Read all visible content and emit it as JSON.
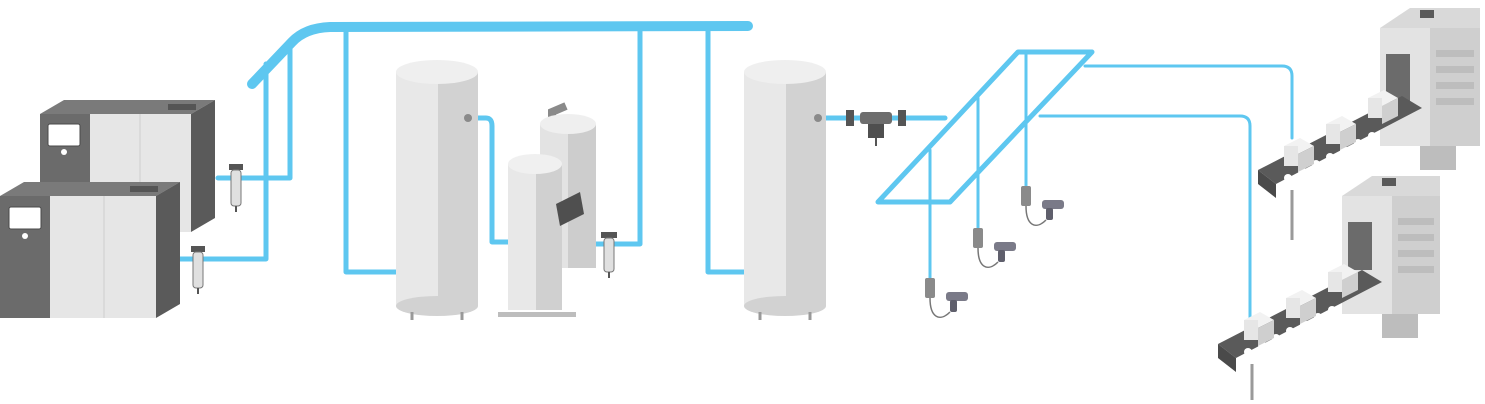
{
  "diagram": {
    "kind": "compressed-air-installation",
    "colors": {
      "pipe": "#5ec7f0",
      "machine_light": "#e6e6e6",
      "machine_mid": "#cfcfcf",
      "machine_dark": "#6b6b6b",
      "machine_darker": "#4f4f4f",
      "vessel_light": "#e8e8e8",
      "vessel_shade": "#c9c9c9",
      "tool": "#7a7a88"
    },
    "components": [
      {
        "id": "compressor-1",
        "icon": "air-compressor-icon"
      },
      {
        "id": "compressor-2",
        "icon": "air-compressor-icon"
      },
      {
        "id": "line-filter-1",
        "icon": "inline-filter-icon"
      },
      {
        "id": "line-filter-2",
        "icon": "inline-filter-icon"
      },
      {
        "id": "wet-air-receiver",
        "icon": "air-receiver-tank-icon"
      },
      {
        "id": "desiccant-dryer",
        "icon": "twin-tower-dryer-icon"
      },
      {
        "id": "dryer-filter",
        "icon": "inline-filter-icon"
      },
      {
        "id": "dry-air-receiver",
        "icon": "air-receiver-tank-icon"
      },
      {
        "id": "flow-meter",
        "icon": "flow-meter-icon"
      },
      {
        "id": "pneumatic-tool-1",
        "icon": "air-impact-wrench-icon"
      },
      {
        "id": "pneumatic-tool-2",
        "icon": "air-impact-wrench-icon"
      },
      {
        "id": "pneumatic-tool-3",
        "icon": "air-impact-wrench-icon"
      },
      {
        "id": "packaging-line-1",
        "icon": "packaging-machine-icon"
      },
      {
        "id": "packaging-line-2",
        "icon": "packaging-machine-icon"
      }
    ]
  }
}
